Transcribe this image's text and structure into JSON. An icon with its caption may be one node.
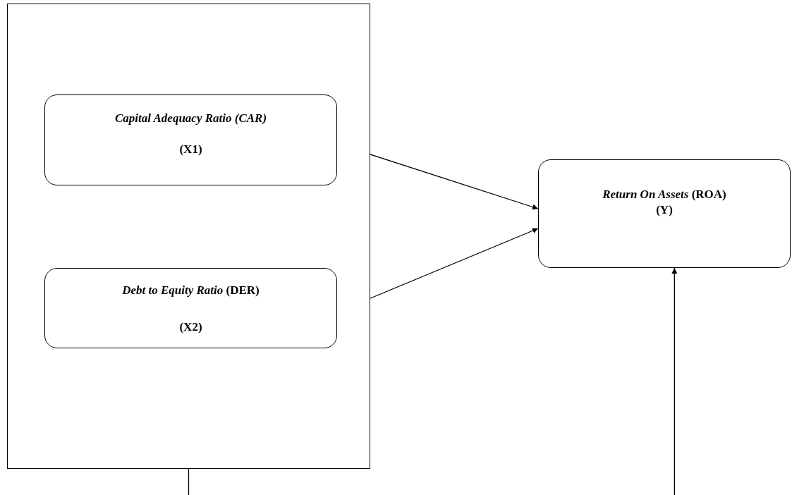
{
  "diagram": {
    "nodes": [
      {
        "text": [],
        "shape": "box"
      },
      {
        "text": [
          "Capital Adequacy Ratio (CAR)",
          "(X1)"
        ],
        "in": 0
      },
      {
        "text": [
          "*Debt to Equity Ratio* (DER)",
          "(X2)"
        ],
        "in": 0
      },
      {
        "text": [
          "*Return On Assets* (ROA)",
          "(Y)"
        ]
      }
    ],
    "edges": [
      {
        "from": 1,
        "to": 3,
        "arrow": "to"
      },
      {
        "from": 2,
        "to": 3,
        "arrow": "to"
      },
      {
        "from": 0,
        "to": 3,
        "arrow": "to"
      }
    ]
  }
}
